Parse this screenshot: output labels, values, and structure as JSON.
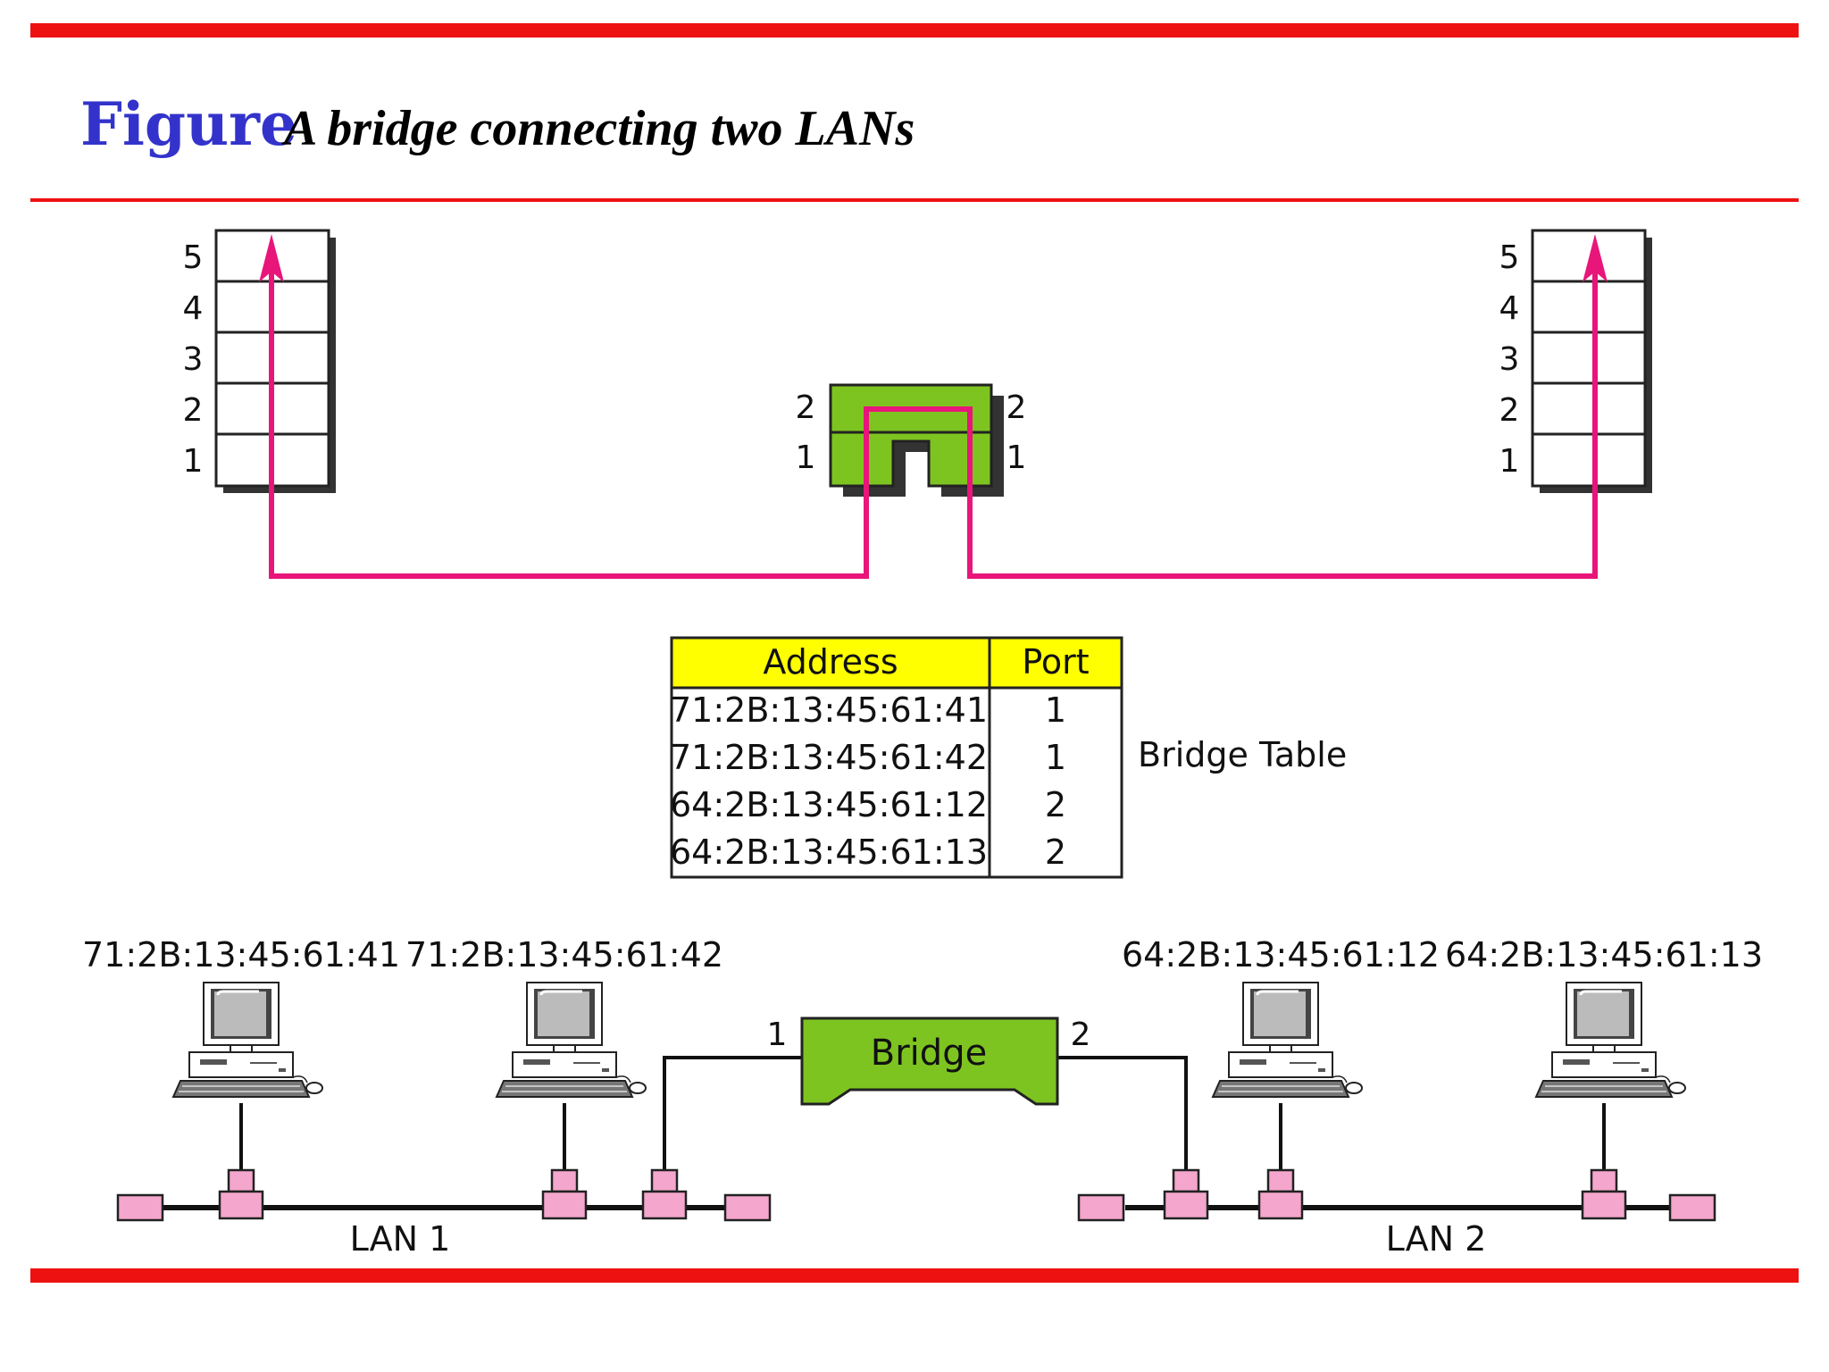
{
  "title": {
    "figure_word": "Figure",
    "caption": "A bridge connecting two LANs"
  },
  "colors": {
    "rule": "#ee1111",
    "title_blue": "#3333cc",
    "path": "#e8157a",
    "bridge_fill": "#7ec421",
    "table_header": "#ffff00",
    "connector": "#f4a6cc"
  },
  "stacks": {
    "layers": [
      "5",
      "4",
      "3",
      "2",
      "1"
    ]
  },
  "bridge_stack": {
    "left_ports": [
      "2",
      "1"
    ],
    "right_ports": [
      "2",
      "1"
    ]
  },
  "table": {
    "label": "Bridge Table",
    "headers": [
      "Address",
      "Port"
    ],
    "rows": [
      {
        "address": "71:2B:13:45:61:41",
        "port": "1"
      },
      {
        "address": "71:2B:13:45:61:42",
        "port": "1"
      },
      {
        "address": "64:2B:13:45:61:12",
        "port": "2"
      },
      {
        "address": "64:2B:13:45:61:13",
        "port": "2"
      }
    ]
  },
  "network": {
    "bridge_label": "Bridge",
    "bridge_port_left": "1",
    "bridge_port_right": "2",
    "lan1": "LAN 1",
    "lan2": "LAN 2",
    "stations": [
      {
        "address": "71:2B:13:45:61:41"
      },
      {
        "address": "71:2B:13:45:61:42"
      },
      {
        "address": "64:2B:13:45:61:12"
      },
      {
        "address": "64:2B:13:45:61:13"
      }
    ]
  }
}
